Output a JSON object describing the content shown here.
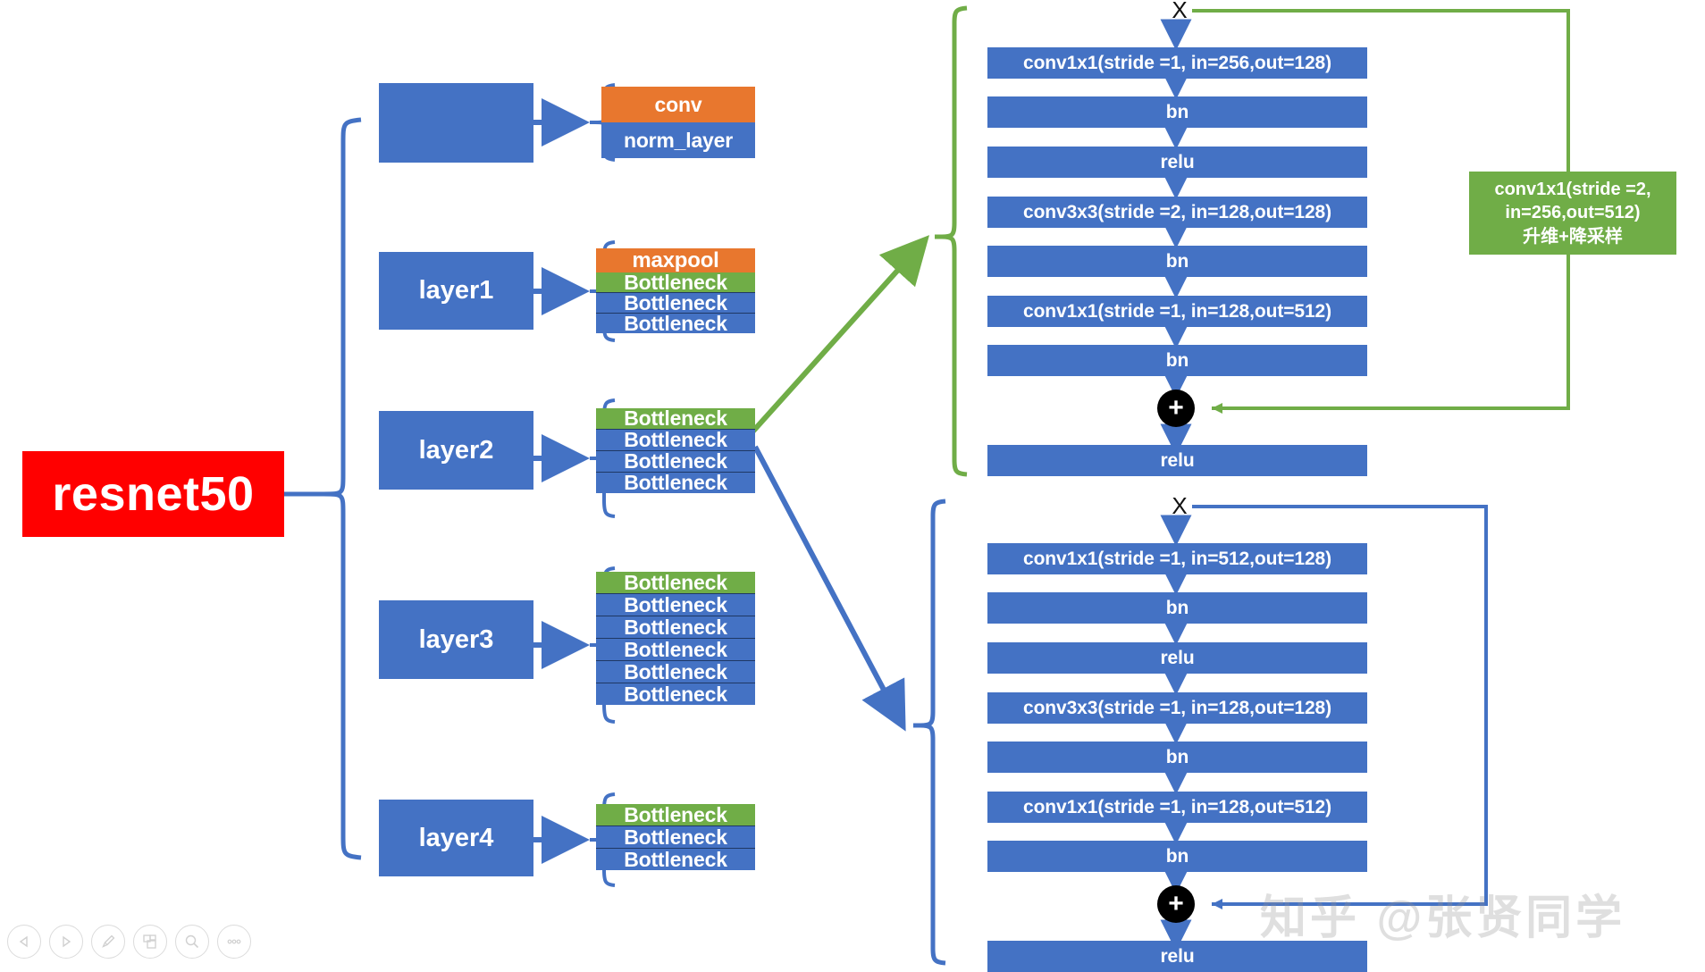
{
  "root": {
    "label": "resnet50"
  },
  "branches": [
    {
      "name": "stem",
      "label": "",
      "items": [
        {
          "text": "conv",
          "color": "orange"
        },
        {
          "text": "norm_layer",
          "color": "blue"
        }
      ]
    },
    {
      "name": "layer1",
      "label": "layer1",
      "items": [
        {
          "text": "maxpool",
          "color": "orange"
        },
        {
          "text": "Bottleneck",
          "color": "green"
        },
        {
          "text": "Bottleneck",
          "color": "blue"
        },
        {
          "text": "Bottleneck",
          "color": "blue"
        }
      ]
    },
    {
      "name": "layer2",
      "label": "layer2",
      "items": [
        {
          "text": "Bottleneck",
          "color": "green"
        },
        {
          "text": "Bottleneck",
          "color": "blue"
        },
        {
          "text": "Bottleneck",
          "color": "blue"
        },
        {
          "text": "Bottleneck",
          "color": "blue"
        }
      ]
    },
    {
      "name": "layer3",
      "label": "layer3",
      "items": [
        {
          "text": "Bottleneck",
          "color": "green"
        },
        {
          "text": "Bottleneck",
          "color": "blue"
        },
        {
          "text": "Bottleneck",
          "color": "blue"
        },
        {
          "text": "Bottleneck",
          "color": "blue"
        },
        {
          "text": "Bottleneck",
          "color": "blue"
        },
        {
          "text": "Bottleneck",
          "color": "blue"
        }
      ]
    },
    {
      "name": "layer4",
      "label": "layer4",
      "items": [
        {
          "text": "Bottleneck",
          "color": "green"
        },
        {
          "text": "Bottleneck",
          "color": "blue"
        },
        {
          "text": "Bottleneck",
          "color": "blue"
        }
      ]
    }
  ],
  "flow_top": {
    "input_label": "X",
    "steps": [
      "conv1x1(stride =1, in=256,out=128)",
      "bn",
      "relu",
      "conv3x3(stride =2, in=128,out=128)",
      "bn",
      "conv1x1(stride =1, in=128,out=512)",
      "bn"
    ],
    "add_symbol": "+",
    "output": "relu",
    "downsample_label_line1": "conv1x1(stride =2,",
    "downsample_label_line2": "in=256,out=512)",
    "downsample_label_line3": "升维+降采样"
  },
  "flow_bottom": {
    "input_label": "X",
    "steps": [
      "conv1x1(stride =1, in=512,out=128)",
      "bn",
      "relu",
      "conv3x3(stride =1, in=128,out=128)",
      "bn",
      "conv1x1(stride =1, in=128,out=512)",
      "bn"
    ],
    "add_symbol": "+",
    "output": "relu"
  },
  "watermark": {
    "text": "知乎 @张贤同学"
  },
  "toolbar": {
    "items": [
      {
        "name": "prev-button",
        "glyph": "◁"
      },
      {
        "name": "next-button",
        "glyph": "▷"
      },
      {
        "name": "pen-button",
        "glyph": "✎"
      },
      {
        "name": "layers-button",
        "glyph": "▣"
      },
      {
        "name": "zoom-button",
        "glyph": "⌕"
      },
      {
        "name": "more-button",
        "glyph": "∘∘∘"
      }
    ]
  },
  "colors": {
    "blue": "#4472C4",
    "orange": "#E8772E",
    "green": "#70AD47",
    "red": "#FF0000",
    "brace_blue": "#4472C4",
    "brace_green": "#70AD47",
    "black": "#000000"
  }
}
